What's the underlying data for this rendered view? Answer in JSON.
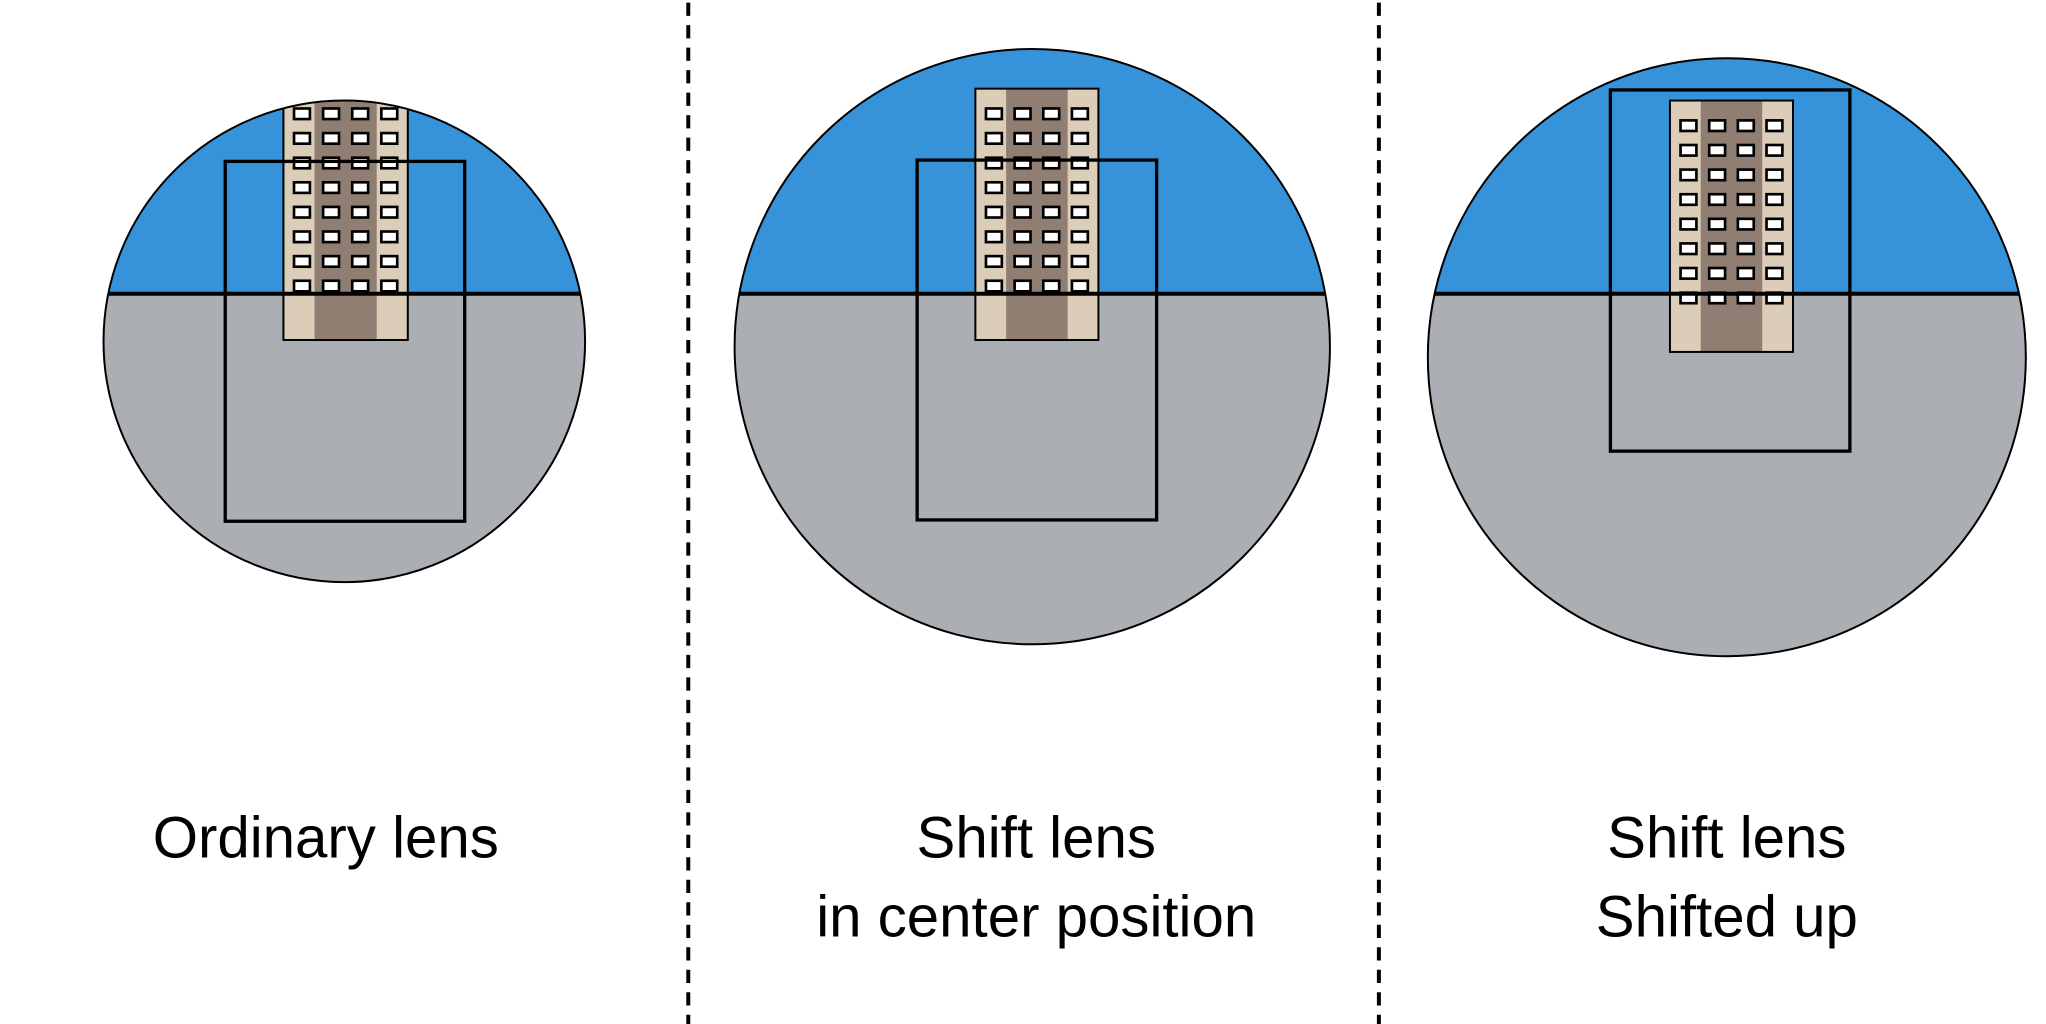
{
  "colors": {
    "sky": "#3793d9",
    "ground": "#abaeb2",
    "building_light": "#dccdb9",
    "building_dark": "#907e72",
    "window": "#ffffff",
    "outline": "#000000"
  },
  "panels": [
    {
      "id": "ordinary",
      "caption_lines": [
        "Ordinary lens"
      ],
      "frame_position": "center"
    },
    {
      "id": "shift-center",
      "caption_lines": [
        "Shift lens",
        "in center position"
      ],
      "frame_position": "center"
    },
    {
      "id": "shift-up",
      "caption_lines": [
        "Shift lens",
        "Shifted up"
      ],
      "frame_position": "shifted up"
    }
  ],
  "building": {
    "window_columns": 4,
    "window_rows": 8
  }
}
